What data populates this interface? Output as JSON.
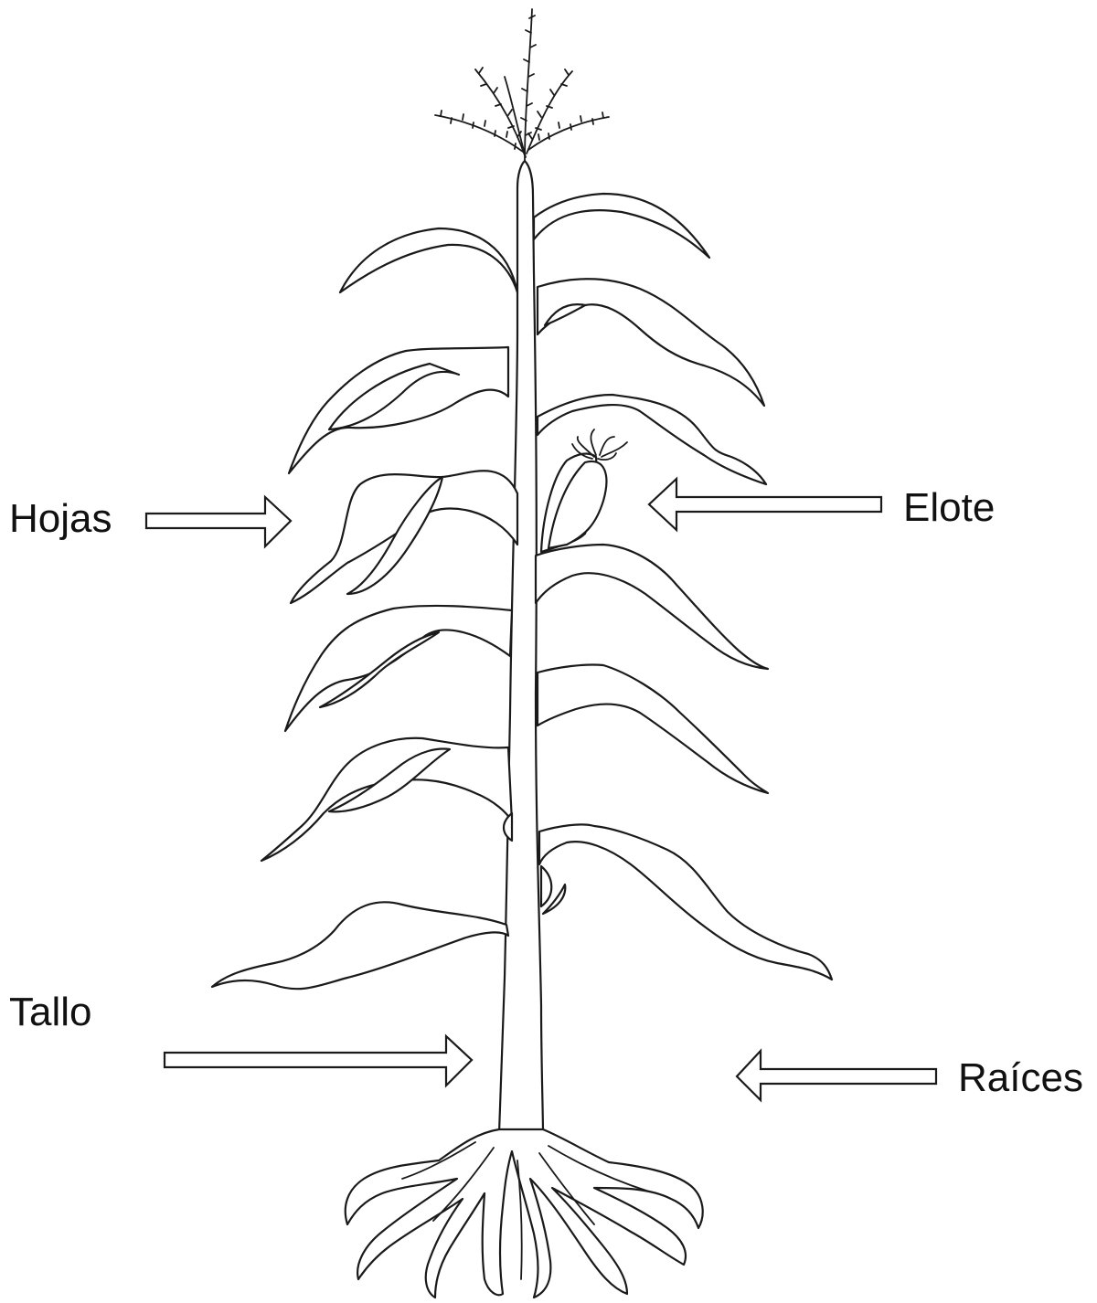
{
  "labels": {
    "leaves": "Hojas",
    "ear": "Elote",
    "stem": "Tallo",
    "roots": "Raíces"
  },
  "colors": {
    "line": "#1a1a1a",
    "fill": "#ffffff",
    "text": "#111111"
  }
}
